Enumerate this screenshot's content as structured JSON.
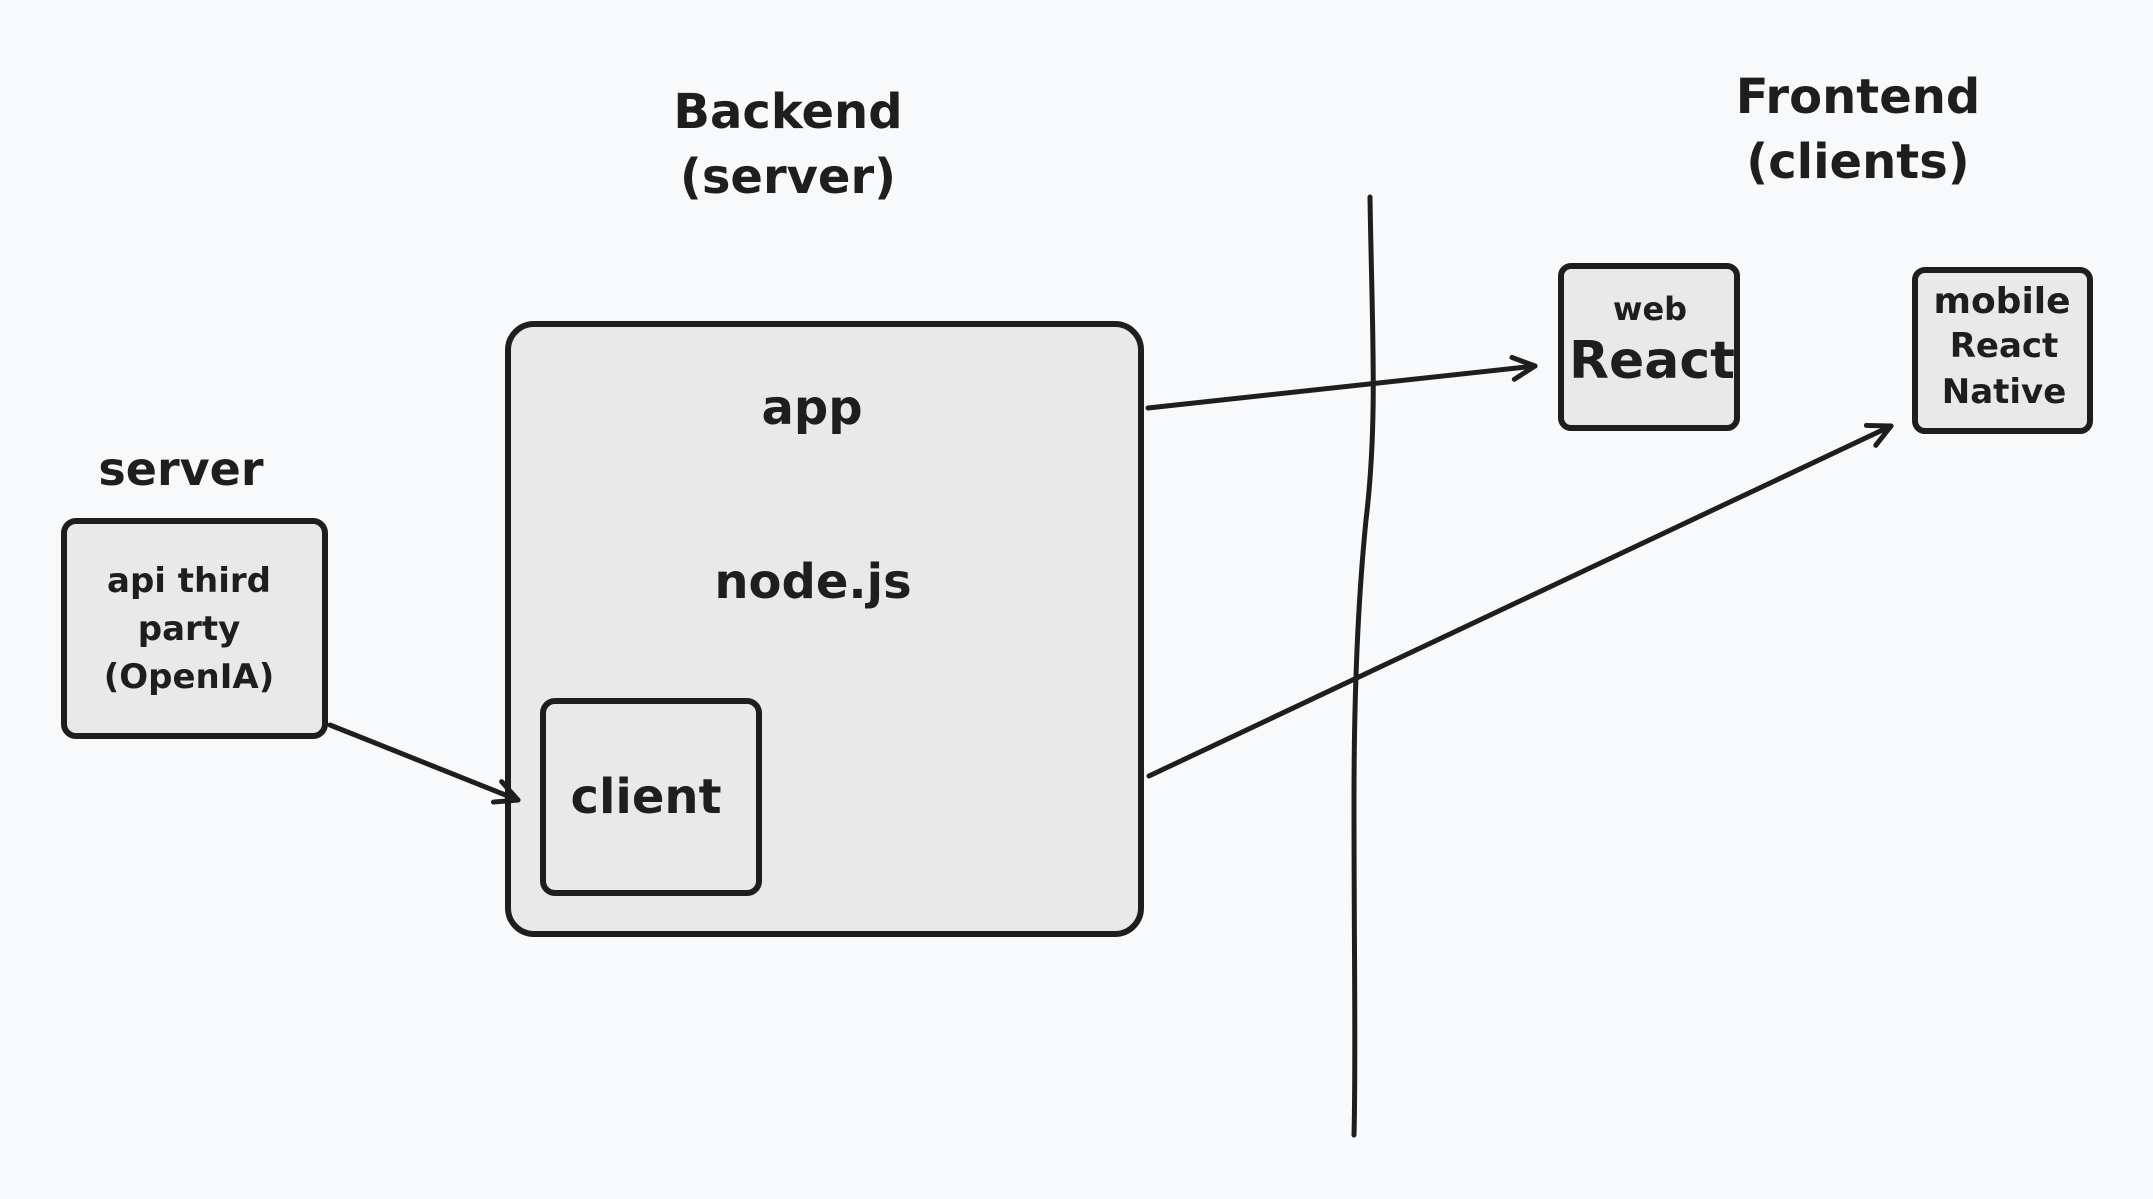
{
  "headings": {
    "backend": [
      "Backend",
      "(server)"
    ],
    "frontend": [
      "Frontend",
      "(clients)"
    ],
    "server": "server"
  },
  "nodes": {
    "third_party": [
      "api third",
      "party",
      "(OpenIA)"
    ],
    "app_title": "app",
    "app_runtime": "node.js",
    "client": "client",
    "web_small": "web",
    "web_main": "React",
    "mobile": [
      "mobile",
      "React",
      "Native"
    ]
  },
  "colors": {
    "background": "#f8f9fb",
    "box_fill": "#e9e9e9",
    "stroke": "#1e1e1e"
  }
}
